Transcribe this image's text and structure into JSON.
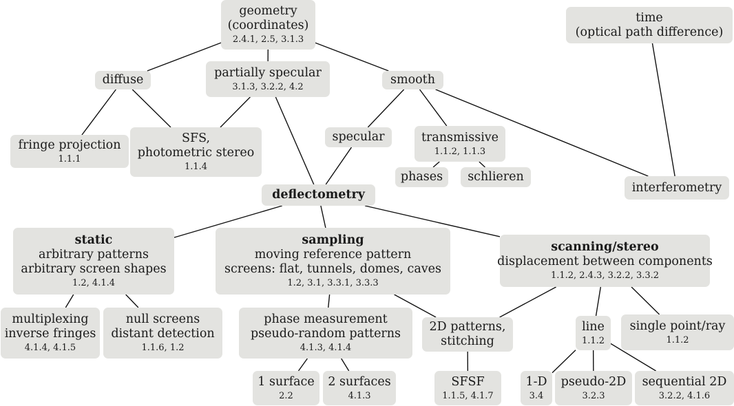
{
  "nodes": {
    "geometry": {
      "lines": [
        "geometry",
        "(coordinates)"
      ],
      "refs": "2.4.1, 2.5,  3.1.3"
    },
    "time": {
      "lines": [
        "time",
        "(optical path difference)"
      ],
      "refs": ""
    },
    "diffuse": {
      "lines": [
        "diffuse"
      ],
      "refs": ""
    },
    "partially_specular": {
      "lines": [
        "partially specular"
      ],
      "refs": "3.1.3, 3.2.2,  4.2"
    },
    "smooth": {
      "lines": [
        "smooth"
      ],
      "refs": ""
    },
    "fringe_projection": {
      "lines": [
        "fringe projection"
      ],
      "refs": "1.1.1"
    },
    "sfs": {
      "lines": [
        "SFS,",
        "photometric stereo"
      ],
      "refs": "1.1.4"
    },
    "specular": {
      "lines": [
        "specular"
      ],
      "refs": ""
    },
    "transmissive": {
      "lines": [
        "transmissive"
      ],
      "refs": "1.1.2,  1.1.3"
    },
    "phases": {
      "lines": [
        "phases"
      ],
      "refs": ""
    },
    "schlieren": {
      "lines": [
        "schlieren"
      ],
      "refs": ""
    },
    "interferometry": {
      "lines": [
        "interferometry"
      ],
      "refs": ""
    },
    "deflectometry": {
      "lines": [
        "deflectometry"
      ],
      "refs": ""
    },
    "static": {
      "lines": [
        "static",
        "arbitrary patterns",
        "arbitrary screen shapes"
      ],
      "refs": "1.2, 4.1.4"
    },
    "sampling": {
      "lines": [
        "sampling",
        "moving reference pattern",
        "screens: flat, tunnels, domes, caves"
      ],
      "refs": "1.2, 3.1, 3.3.1,  3.3.3"
    },
    "scanning": {
      "lines": [
        "scanning/stereo",
        "displacement between components"
      ],
      "refs": "1.1.2,  2.4.3,  3.2.2, 3.3.2"
    },
    "multiplexing": {
      "lines": [
        "multiplexing",
        "inverse fringes"
      ],
      "refs": "4.1.4, 4.1.5"
    },
    "null_screens": {
      "lines": [
        "null screens",
        "distant detection"
      ],
      "refs": "1.1.6, 1.2"
    },
    "phase_measurement": {
      "lines": [
        "phase measurement",
        "pseudo-random patterns"
      ],
      "refs": "4.1.3, 4.1.4"
    },
    "patterns_2d": {
      "lines": [
        "2D patterns,",
        "stitching"
      ],
      "refs": ""
    },
    "line": {
      "lines": [
        "line"
      ],
      "refs": "1.1.2"
    },
    "single_point": {
      "lines": [
        "single point/ray"
      ],
      "refs": "1.1.2"
    },
    "surface_1": {
      "lines": [
        "1 surface"
      ],
      "refs": "2.2"
    },
    "surface_2": {
      "lines": [
        "2 surfaces"
      ],
      "refs": "4.1.3"
    },
    "sfsf": {
      "lines": [
        "SFSF"
      ],
      "refs": "1.1.5, 4.1.7"
    },
    "one_d": {
      "lines": [
        "1-D"
      ],
      "refs": "3.4"
    },
    "pseudo_2d": {
      "lines": [
        "pseudo-2D"
      ],
      "refs": "3.2.3"
    },
    "sequential_2d": {
      "lines": [
        "sequential 2D"
      ],
      "refs": "3.2.2, 4.1.6"
    }
  },
  "edges": [
    [
      "geometry",
      "diffuse"
    ],
    [
      "geometry",
      "partially_specular"
    ],
    [
      "geometry",
      "smooth"
    ],
    [
      "diffuse",
      "fringe_projection"
    ],
    [
      "diffuse",
      "sfs"
    ],
    [
      "partially_specular",
      "sfs"
    ],
    [
      "partially_specular",
      "deflectometry"
    ],
    [
      "smooth",
      "specular"
    ],
    [
      "smooth",
      "transmissive"
    ],
    [
      "smooth",
      "interferometry"
    ],
    [
      "time",
      "interferometry"
    ],
    [
      "transmissive",
      "phases"
    ],
    [
      "transmissive",
      "schlieren"
    ],
    [
      "specular",
      "deflectometry"
    ],
    [
      "deflectometry",
      "static"
    ],
    [
      "deflectometry",
      "sampling"
    ],
    [
      "deflectometry",
      "scanning"
    ],
    [
      "static",
      "multiplexing"
    ],
    [
      "static",
      "null_screens"
    ],
    [
      "sampling",
      "phase_measurement"
    ],
    [
      "sampling",
      "patterns_2d"
    ],
    [
      "scanning",
      "patterns_2d"
    ],
    [
      "scanning",
      "line"
    ],
    [
      "scanning",
      "single_point"
    ],
    [
      "phase_measurement",
      "surface_1"
    ],
    [
      "phase_measurement",
      "surface_2"
    ],
    [
      "patterns_2d",
      "sfsf"
    ],
    [
      "line",
      "one_d"
    ],
    [
      "line",
      "pseudo_2d"
    ],
    [
      "line",
      "sequential_2d"
    ]
  ]
}
